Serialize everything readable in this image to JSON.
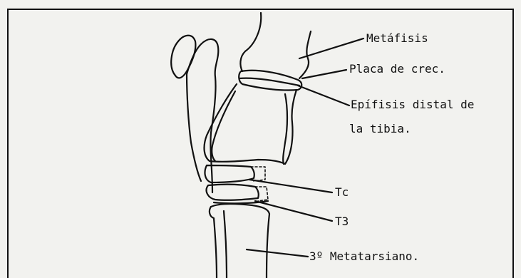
{
  "labels": {
    "metafisis": "Metáfisis",
    "placa": "Placa de crec.",
    "epifisis_line1": "Epífisis distal de",
    "epifisis_line2": "la tibia.",
    "tc": "Tc",
    "t3": "T3",
    "metatarsiano": "3º Metatarsiano."
  }
}
